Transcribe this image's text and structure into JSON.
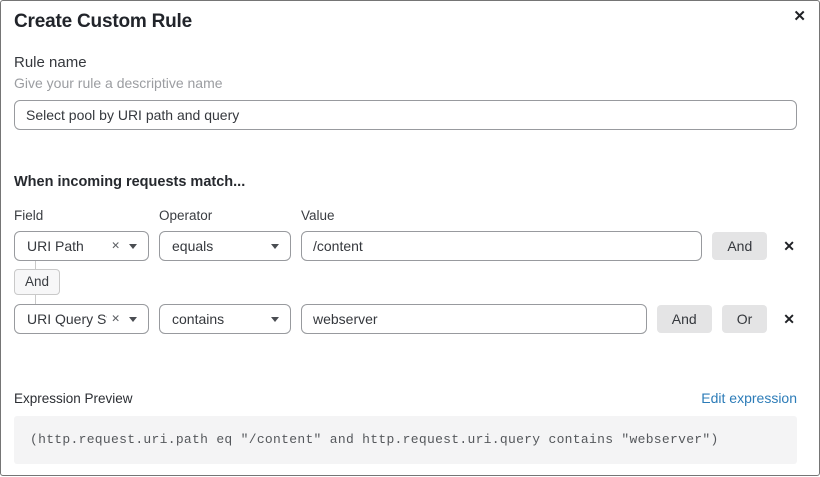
{
  "dialog": {
    "title": "Create Custom Rule"
  },
  "icons": {
    "close": "✕",
    "remove": "✕",
    "clear": "✕"
  },
  "rule_name": {
    "label": "Rule name",
    "helper": "Give your rule a descriptive name",
    "value": "Select pool by URI path and query"
  },
  "match_section": {
    "heading": "When incoming requests match...",
    "columns": {
      "field": "Field",
      "operator": "Operator",
      "value": "Value"
    },
    "connector_label": "And",
    "rows": [
      {
        "field": "URI Path",
        "operator": "equals",
        "value": "/content",
        "buttons": [
          "And"
        ]
      },
      {
        "field": "URI Query St...",
        "operator": "contains",
        "value": "webserver",
        "buttons": [
          "And",
          "Or"
        ]
      }
    ]
  },
  "expression": {
    "label": "Expression Preview",
    "edit_link": "Edit expression",
    "code": "(http.request.uri.path eq \"/content\" and http.request.uri.query contains \"webserver\")"
  },
  "colors": {
    "link": "#2d7cb8",
    "button_bg": "#e4e4e5",
    "code_bg": "#f4f4f5",
    "input_border": "#989a9e"
  }
}
